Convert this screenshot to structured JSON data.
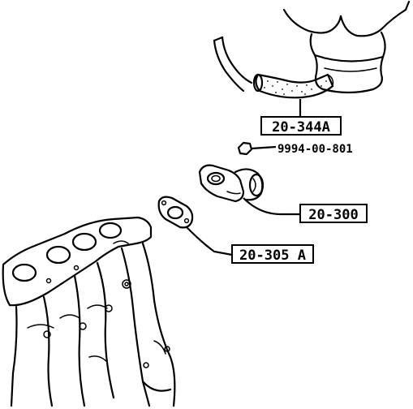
{
  "labels": {
    "hose": "20-344A",
    "nut": "9994-00-801",
    "thermostat": "20-300",
    "gasket": "20-305 A"
  },
  "colors": {
    "ink": "#000000",
    "paper": "#ffffff"
  }
}
